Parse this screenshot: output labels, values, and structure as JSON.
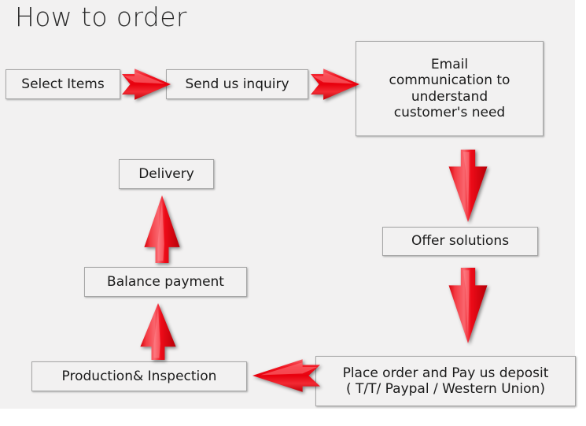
{
  "slide": {
    "title": "How to order",
    "background_color": "#f2f1f1",
    "page_color": "#ffffff",
    "arrow_color": "#ee1c25",
    "box_border_color": "#a6a6a6",
    "text_color": "#1a1a1a"
  },
  "nodes": {
    "select_items": "Select Items",
    "send_inquiry": "Send us inquiry",
    "email_communication": "Email\ncommunication to\nunderstand\ncustomer's need",
    "offer_solutions": "Offer solutions",
    "place_order": "Place order and Pay us deposit\n( T/T/ Paypal / Western Union)",
    "production_inspection": "Production& Inspection",
    "balance_payment": "Balance payment",
    "delivery": "Delivery"
  },
  "arrows": [
    {
      "name": "arrow-select-to-inquiry",
      "direction": "right"
    },
    {
      "name": "arrow-inquiry-to-email",
      "direction": "right"
    },
    {
      "name": "arrow-email-to-offer",
      "direction": "down"
    },
    {
      "name": "arrow-offer-to-placeorder",
      "direction": "down"
    },
    {
      "name": "arrow-placeorder-to-production",
      "direction": "left"
    },
    {
      "name": "arrow-production-to-balance",
      "direction": "up"
    },
    {
      "name": "arrow-balance-to-delivery",
      "direction": "up"
    }
  ]
}
